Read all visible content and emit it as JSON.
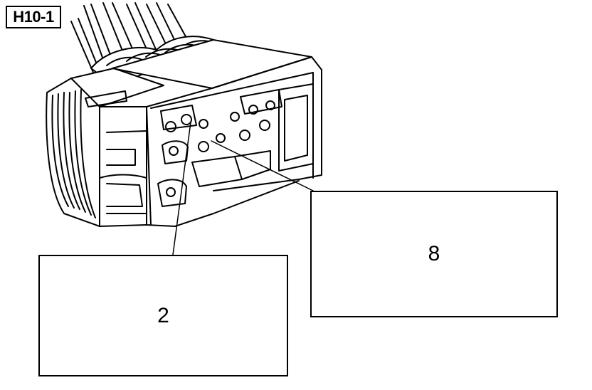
{
  "connector": {
    "label": "H10-1"
  },
  "callouts": [
    {
      "value": "2"
    },
    {
      "value": "8"
    }
  ],
  "colors": {
    "line": "#000000",
    "background": "#ffffff"
  }
}
